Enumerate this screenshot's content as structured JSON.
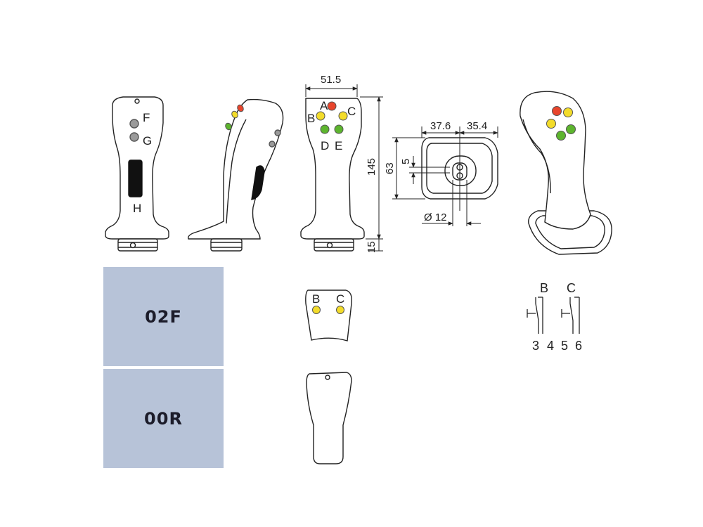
{
  "codes": [
    {
      "code": "02F"
    },
    {
      "code": "00R"
    }
  ],
  "front_view": {
    "labels": {
      "f": "F",
      "g": "G",
      "h": "H"
    }
  },
  "rear_view": {
    "labels": {
      "a": "A",
      "b": "B",
      "c": "C",
      "d": "D",
      "e": "E"
    },
    "dim_width": "51.5",
    "dim_height": "145",
    "dim_base": "15"
  },
  "base_view": {
    "dim_left": "37.6",
    "dim_right": "35.4",
    "dim_height": "63",
    "dim_slot": "5",
    "dim_diameter": "Ø 12"
  },
  "option_02f": {
    "labels": {
      "b": "B",
      "c": "C"
    }
  },
  "schematic": {
    "labels": {
      "b": "B",
      "c": "C"
    },
    "terminals": [
      "3",
      "4",
      "5",
      "6"
    ]
  },
  "colors": {
    "red": "#e8452c",
    "yellow": "#f3dc2a",
    "green": "#5db52e",
    "grey": "#9a9a9a",
    "box": "#b7c3d8"
  }
}
